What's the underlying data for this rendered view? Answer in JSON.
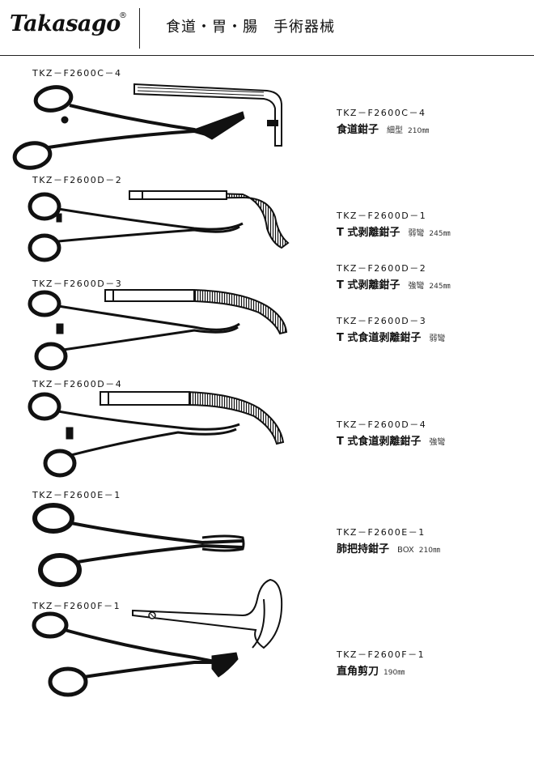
{
  "header": {
    "logo": "Takasago",
    "logo_reg": "®",
    "title": "食道・胃・腸　手術器械"
  },
  "figure_labels": [
    "TKZ－F2600C－4",
    "TKZ－F2600D－2",
    "TKZ－F2600D－3",
    "TKZ－F2600D－4",
    "TKZ－F2600E－1",
    "TKZ－F2600F－1"
  ],
  "products": [
    {
      "code": "TKZ－F2600C－4",
      "name": "食道鉗子",
      "note": "細型",
      "size": "210㎜"
    },
    {
      "code": "TKZ－F2600D－1",
      "name": "T 式剥離鉗子",
      "note": "弱彎",
      "size": "245㎜"
    },
    {
      "code": "TKZ－F2600D－2",
      "name": "T 式剥離鉗子",
      "note": "強彎",
      "size": "245㎜"
    },
    {
      "code": "TKZ－F2600D－3",
      "name": "T 式食道剥離鉗子",
      "note": "弱彎",
      "size": ""
    },
    {
      "code": "TKZ－F2600D－4",
      "name": "T 式食道剥離鉗子",
      "note": "強彎",
      "size": ""
    },
    {
      "code": "TKZ－F2600E－1",
      "name": "肺把持鉗子",
      "note": "BOX",
      "size": "210㎜"
    },
    {
      "code": "TKZ－F2600F－1",
      "name": "直角剪刀",
      "note": "",
      "size": "190㎜"
    }
  ],
  "colors": {
    "ink": "#111111",
    "paper": "#ffffff"
  }
}
